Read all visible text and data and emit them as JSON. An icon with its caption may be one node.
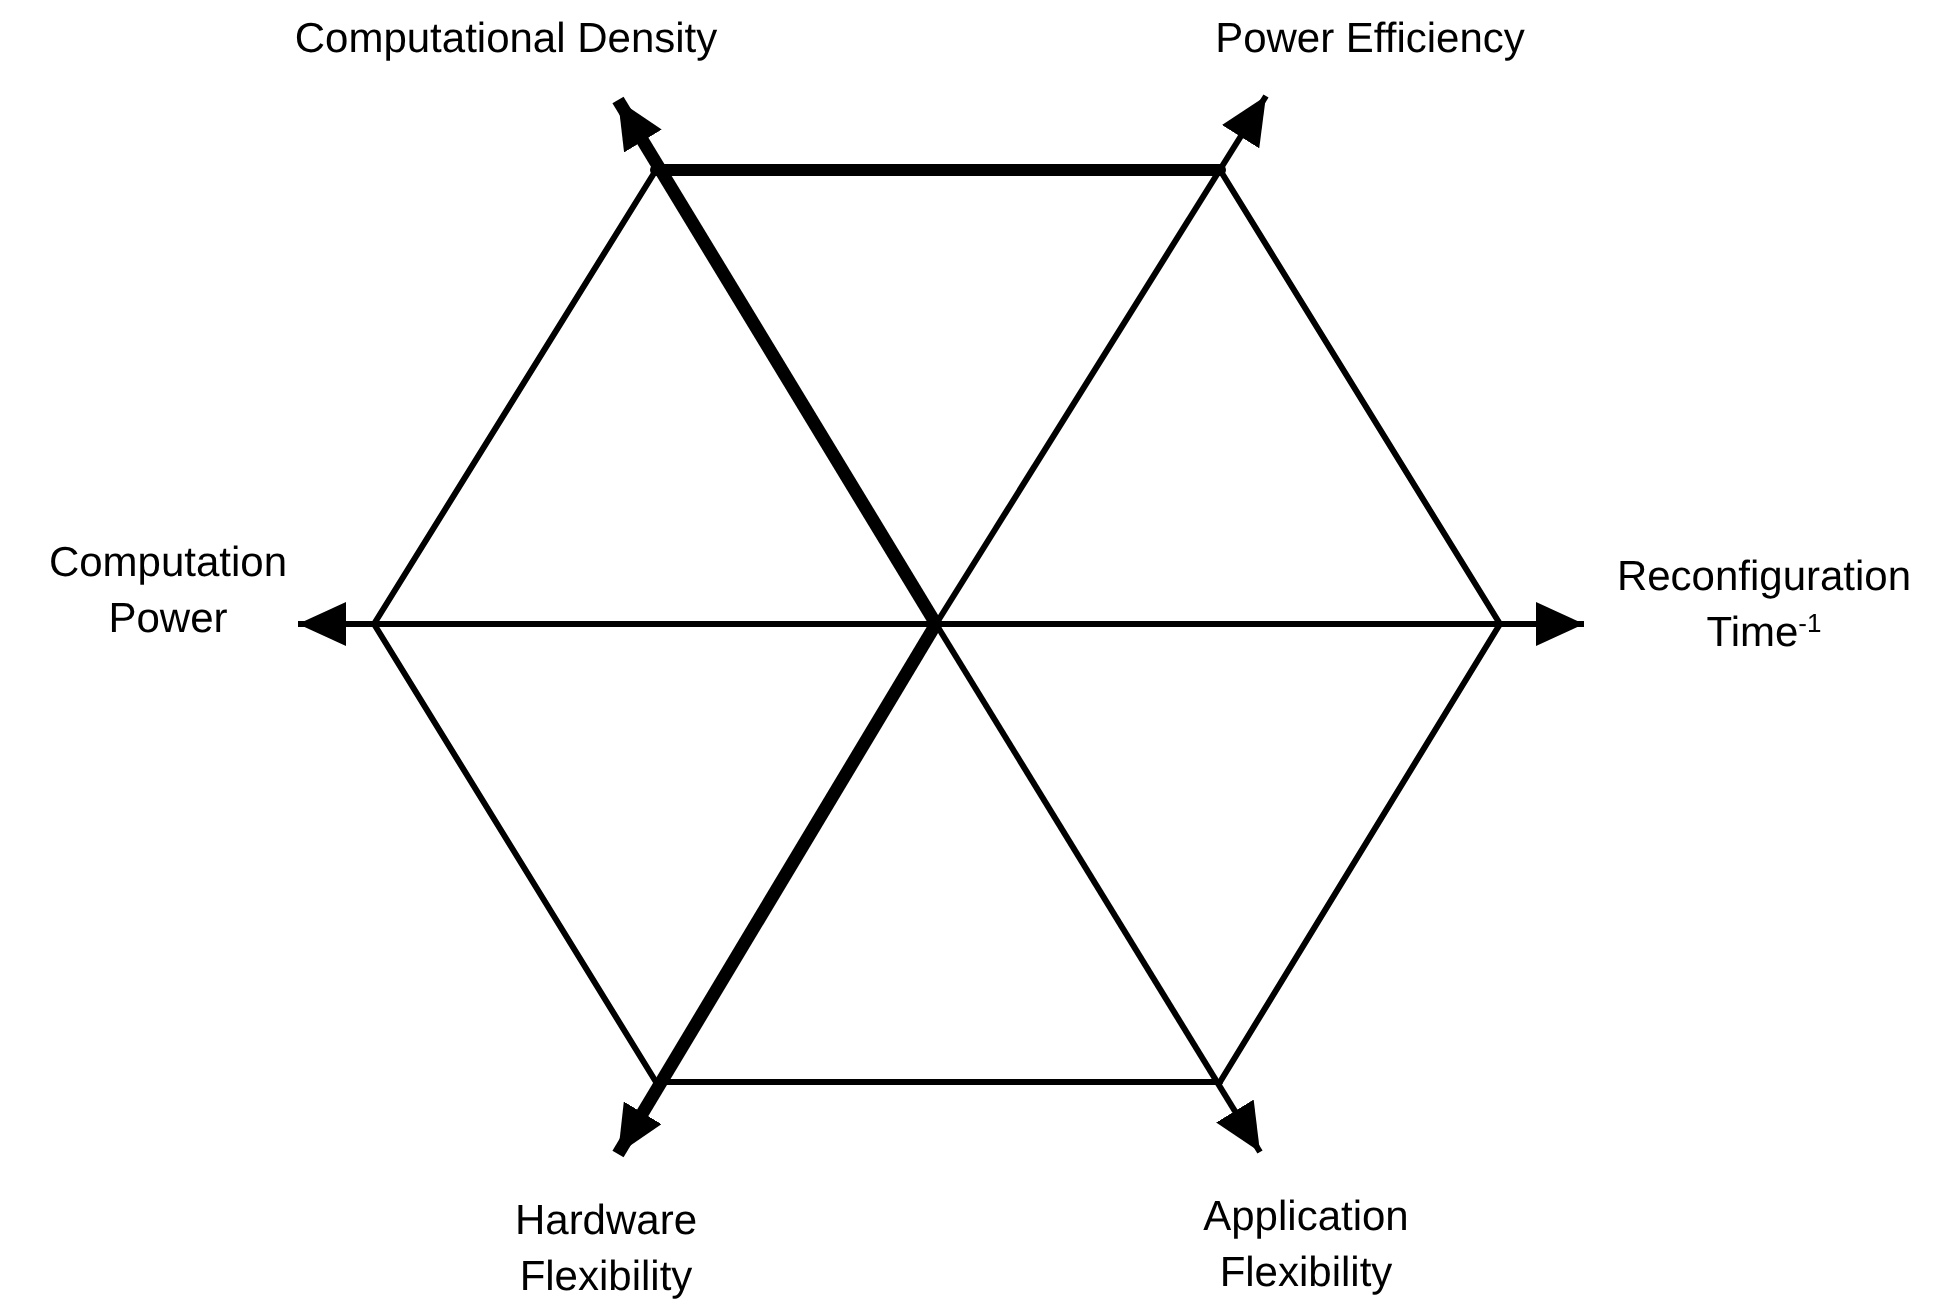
{
  "diagram": {
    "nodes": [
      {
        "text": [
          "Computational Density"
        ]
      },
      {
        "text": [
          "Power Efficiency"
        ]
      },
      {
        "text": [
          "Computation Power"
        ]
      },
      {
        "text": [
          "Reconfiguration Time$^{-1}$"
        ]
      },
      {
        "text": [
          "Hardware Flexibility"
        ]
      },
      {
        "text": [
          "Application Flexibility"
        ]
      }
    ],
    "edges": [
      {
        "from": null,
        "to": 0,
        "arrow": "to",
        "style": "thick"
      },
      {
        "from": null,
        "to": 1,
        "arrow": "to"
      },
      {
        "from": null,
        "to": 2,
        "arrow": "to"
      },
      {
        "from": null,
        "to": 3,
        "arrow": "to"
      },
      {
        "from": null,
        "to": 4,
        "arrow": "to",
        "style": "thick"
      },
      {
        "from": null,
        "to": 5,
        "arrow": "to"
      }
    ]
  }
}
